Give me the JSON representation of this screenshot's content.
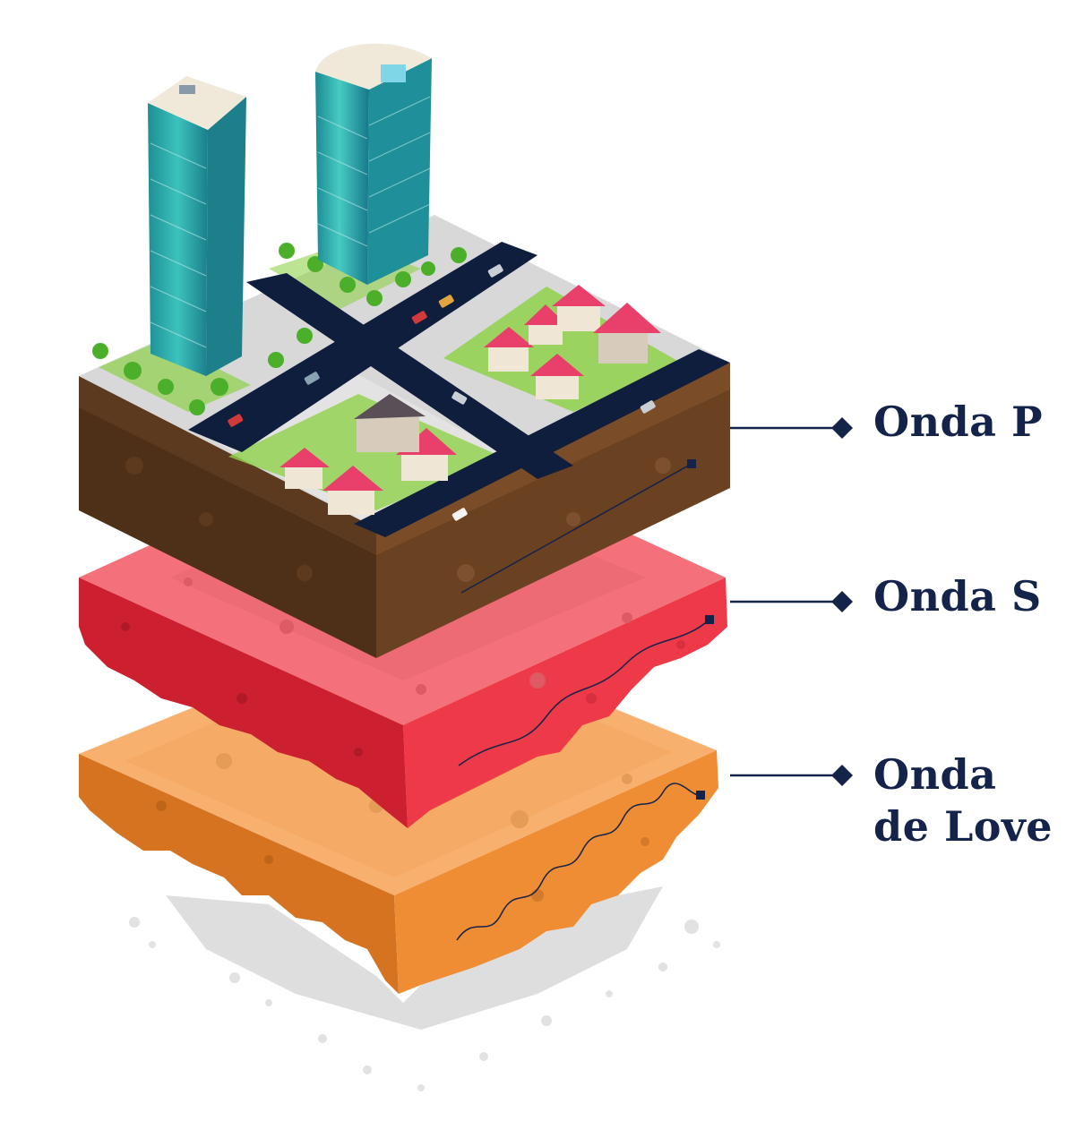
{
  "labels": {
    "p_wave": "Onda P",
    "s_wave": "Onda S",
    "love_wave_line1": "Onda",
    "love_wave_line2": "de Love"
  },
  "colors": {
    "label_text": "#14234a",
    "leader_line": "#14234a",
    "soil_dark": "#4e2f17",
    "soil_front": "#6a4121",
    "red_top": "#f4707a",
    "red_side": "#cc2030",
    "orange_top": "#f8b06e",
    "orange_side": "#d57320",
    "road": "#0f1e3d",
    "grass": "#8fd24a",
    "glass_tower": "#2faaa8",
    "roof": "#e8406a"
  },
  "icons": [
    "glass-tower",
    "house",
    "tree",
    "car",
    "street-lamp"
  ]
}
